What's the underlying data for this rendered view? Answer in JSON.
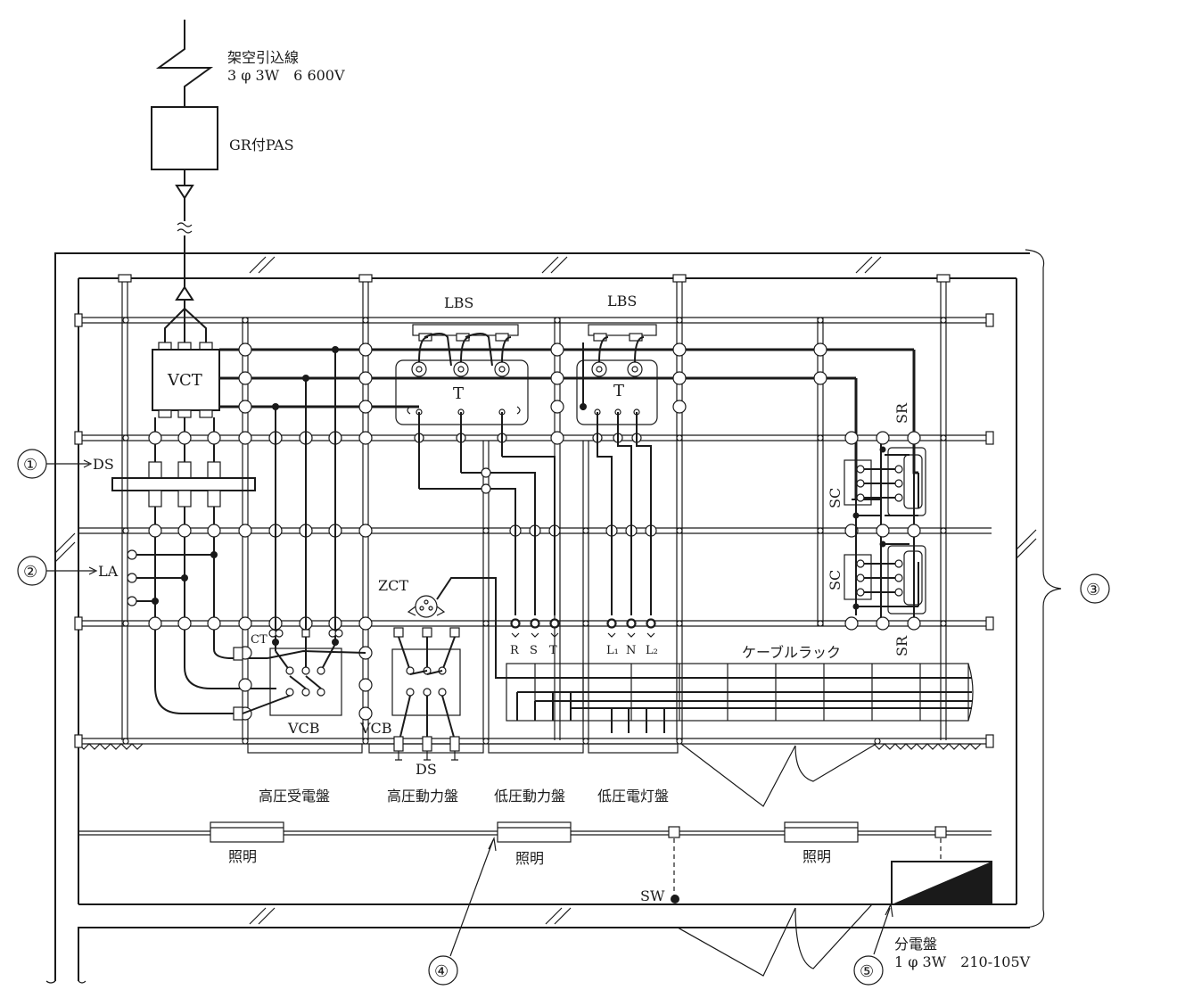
{
  "source": {
    "line_name": "架空引込線",
    "line_spec": "3 φ 3W　6 600V",
    "pas": "GR付PAS"
  },
  "equipment": {
    "vct": "VCT",
    "ds": "DS",
    "la": "LA",
    "ct": "CT",
    "vcb1": "VCB",
    "vcb2": "VCB",
    "ds_bottom": "DS",
    "zct": "ZCT",
    "lbs1": "LBS",
    "lbs2": "LBS",
    "t1": "T",
    "t2": "T",
    "sc1": "SC",
    "sc2": "SC",
    "sr1": "SR",
    "sr2": "SR",
    "cable_rack": "ケーブルラック",
    "sw": "SW"
  },
  "terminals": {
    "power": [
      "R",
      "S",
      "T"
    ],
    "lighting": [
      "L₁",
      "N",
      "L₂"
    ]
  },
  "panels": [
    "高圧受電盤",
    "高圧動力盤",
    "低圧動力盤",
    "低圧電灯盤"
  ],
  "lighting": [
    "照明",
    "照明",
    "照明"
  ],
  "distribution": {
    "name": "分電盤",
    "spec": "1 φ 3W　210-105V"
  },
  "markers": [
    "①",
    "②",
    "③",
    "④",
    "⑤"
  ]
}
